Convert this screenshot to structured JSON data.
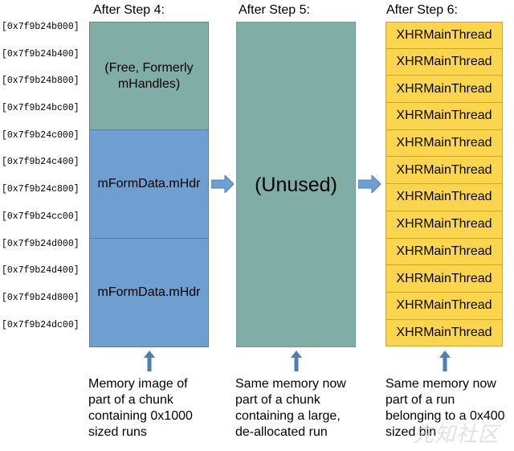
{
  "titles": {
    "step4": "After Step 4:",
    "step5": "After Step 5:",
    "step6": "After Step 6:"
  },
  "addresses": [
    "[0x7f9b24b000]",
    "[0x7f9b24b400]",
    "[0x7f9b24b800]",
    "[0x7f9b24bc00]",
    "[0x7f9b24c000]",
    "[0x7f9b24c400]",
    "[0x7f9b24c800]",
    "[0x7f9b24cc00]",
    "[0x7f9b24d000]",
    "[0x7f9b24d400]",
    "[0x7f9b24d800]",
    "[0x7f9b24dc00]"
  ],
  "step4_blocks": {
    "free": "(Free, Formerly mHandles)",
    "mformdata_1": "mFormData.mHdr",
    "mformdata_2": "mFormData.mHdr"
  },
  "step5_block": "(Unused)",
  "step6_cells": [
    "XHRMainThread",
    "XHRMainThread",
    "XHRMainThread",
    "XHRMainThread",
    "XHRMainThread",
    "XHRMainThread",
    "XHRMainThread",
    "XHRMainThread",
    "XHRMainThread",
    "XHRMainThread",
    "XHRMainThread",
    "XHRMainThread"
  ],
  "captions": {
    "step4": "Memory image of part of a chunk containing 0x1000 sized runs",
    "step5": "Same memory now part of a chunk containing a large, de-allocated run",
    "step6": "Same memory now part of a run belonging to a 0x400 sized bin"
  },
  "watermark": "先知社区",
  "colors": {
    "teal": "#81ada7",
    "blue": "#6f9ed1",
    "yellow": "#fcd54f",
    "arrow": "#6f9ed1"
  }
}
